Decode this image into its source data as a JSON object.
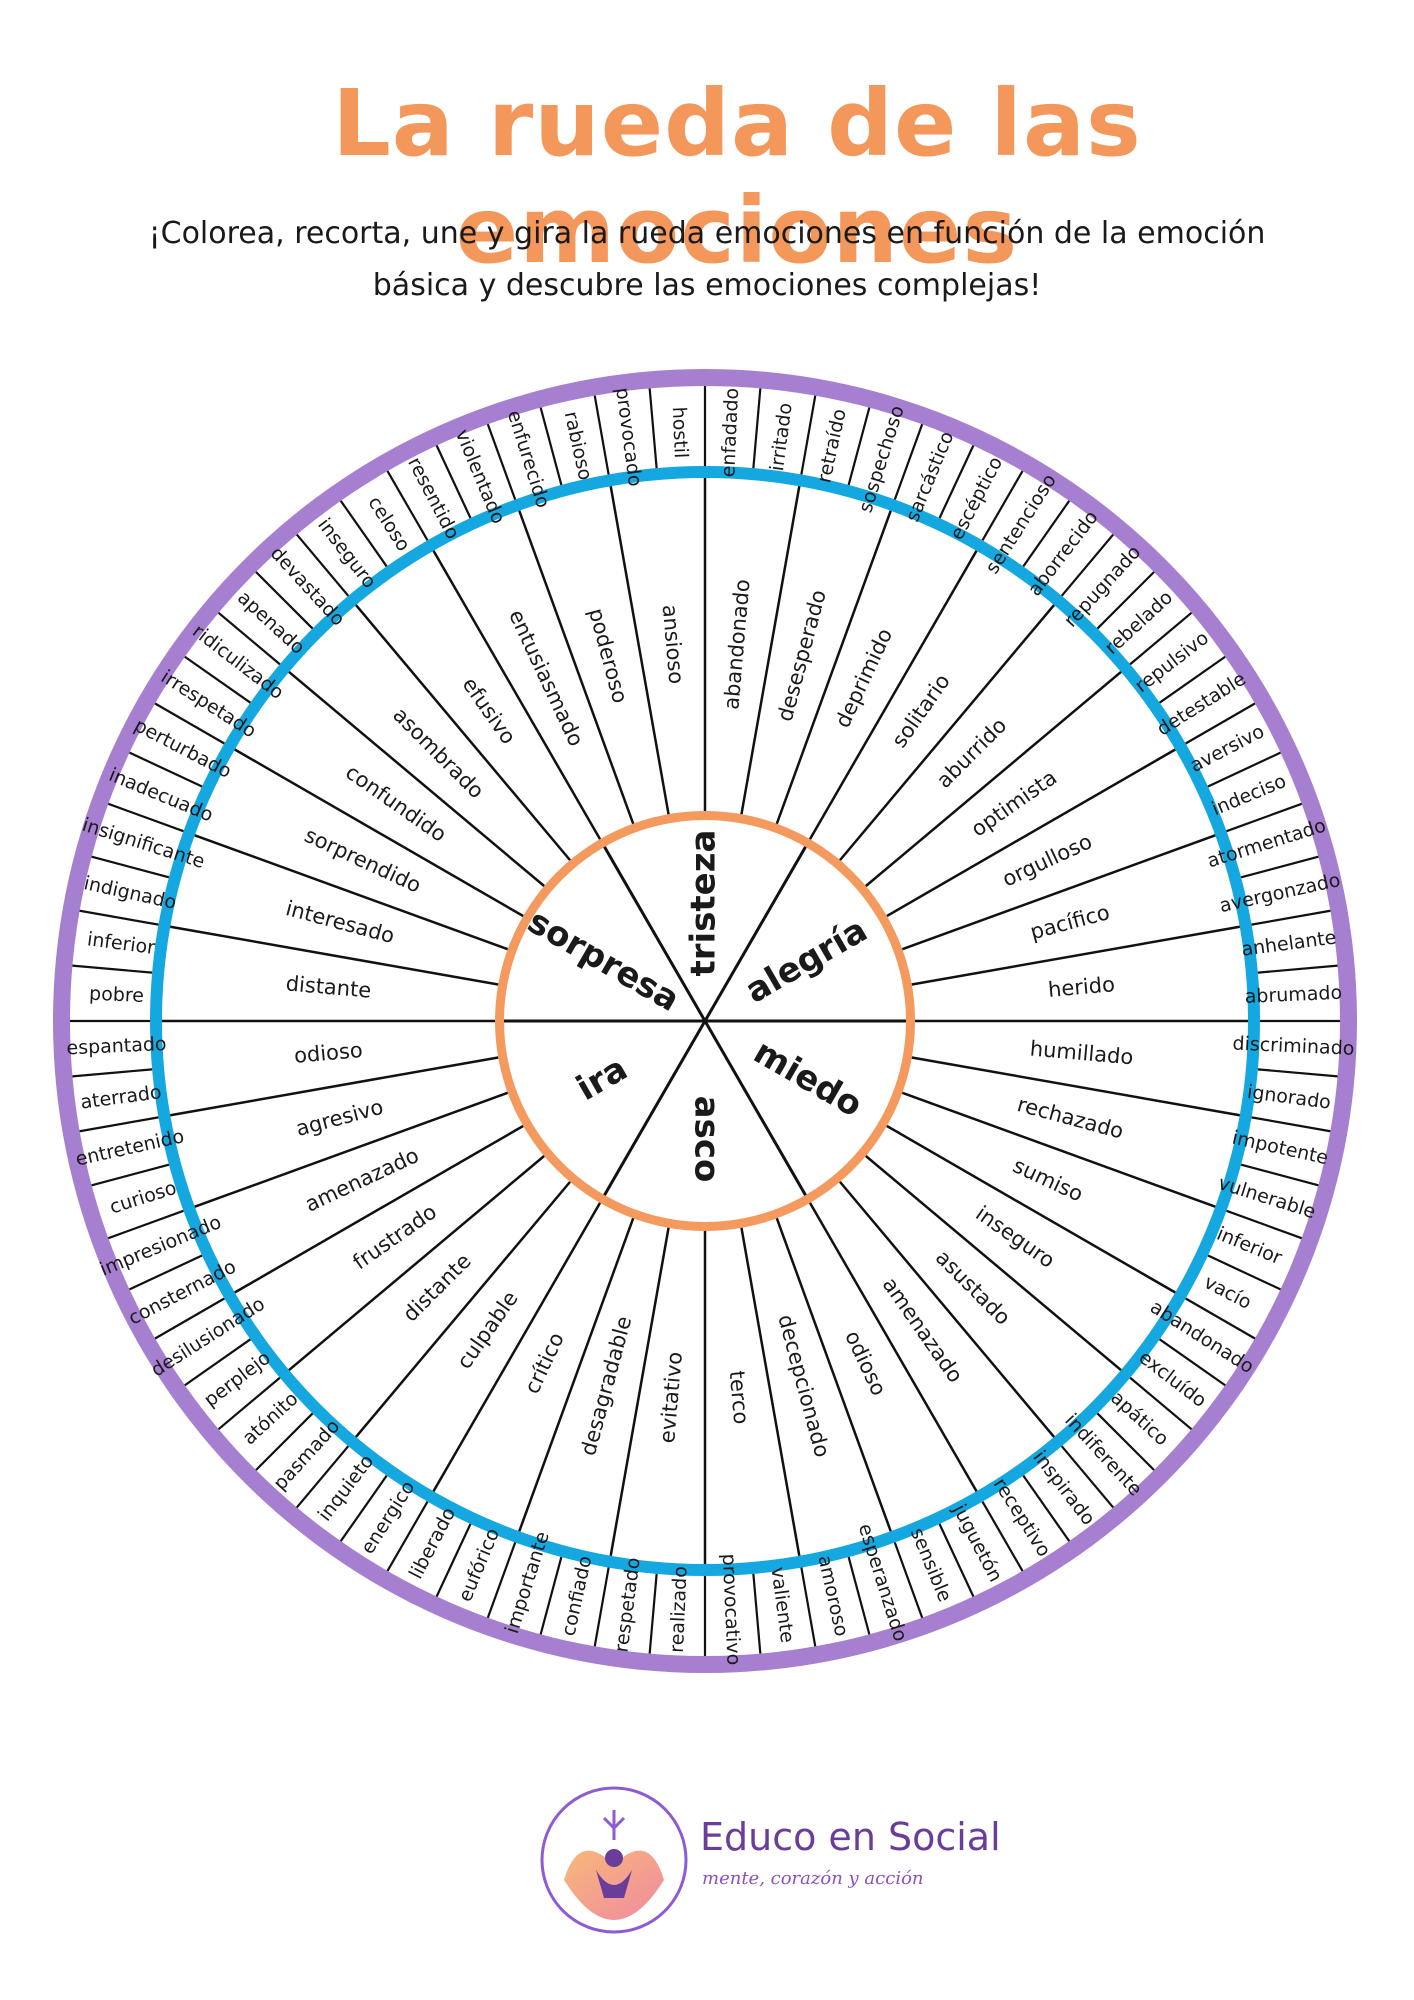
{
  "title": "La rueda de las emociones",
  "subtitle_line1": "¡Colorea, recorta, une y gira la rueda emociones en función de la emoción",
  "subtitle_line2": "básica y descubre las emociones complejas!",
  "colors": {
    "title": "#f4975b",
    "purple_ring": "#a77fd1",
    "blue_ring": "#15a7e0",
    "orange_ring": "#f49a5f"
  },
  "wheel": {
    "basic": [
      "tristeza",
      "alegría",
      "miedo",
      "asco",
      "ira",
      "sorpresa"
    ],
    "middle": [
      "abandonado",
      "desesperado",
      "deprimido",
      "solitario",
      "aburrido",
      "optimista",
      "orgulloso",
      "pacífico",
      "herido",
      "humillado",
      "rechazado",
      "sumiso",
      "inseguro",
      "asustado",
      "amenazado",
      "odioso",
      "decepcionado",
      "terco",
      "evitativo",
      "desagradable",
      "crítico",
      "culpable",
      "distante",
      "frustrado",
      "amenazado",
      "agresivo",
      "odioso",
      "distante",
      "interesado",
      "sorprendido",
      "confundido",
      "asombrado",
      "efusivo",
      "entusiasmado",
      "poderoso",
      "ansioso"
    ],
    "outer": [
      "enfadado",
      "irritado",
      "retraído",
      "sospechoso",
      "sarcástico",
      "escéptico",
      "sentencioso",
      "aborrecido",
      "repugnado",
      "rebelado",
      "repulsivo",
      "detestable",
      "aversivo",
      "indeciso",
      "atormentado",
      "avergonzado",
      "anhelante",
      "abrumado",
      "discriminado",
      "ignorado",
      "impotente",
      "vulnerable",
      "inferior",
      "vacío",
      "abandonado",
      "excluído",
      "apático",
      "indiferente",
      "inspirado",
      "receptivo",
      "juguetón",
      "sensible",
      "esperanzado",
      "amoroso",
      "valiente",
      "provocativo",
      "realizado",
      "respetado",
      "confiado",
      "importante",
      "eufórico",
      "liberado",
      "energico",
      "inquieto",
      "pasmado",
      "atónito",
      "perplejo",
      "desilusionado",
      "consternado",
      "impresionado",
      "curioso",
      "entretenido",
      "aterrado",
      "espantado",
      "pobre",
      "inferior",
      "indignado",
      "insignificante",
      "inadecuado",
      "perturbado",
      "irrespetado",
      "ridiculizado",
      "apenado",
      "devastado",
      "inseguro",
      "celoso",
      "resentido",
      "violentado",
      "enfurecido",
      "rabioso",
      "provocado",
      "hostil"
    ]
  },
  "brand": {
    "name": "Educo en Social",
    "tagline": "mente, corazón y acción"
  }
}
